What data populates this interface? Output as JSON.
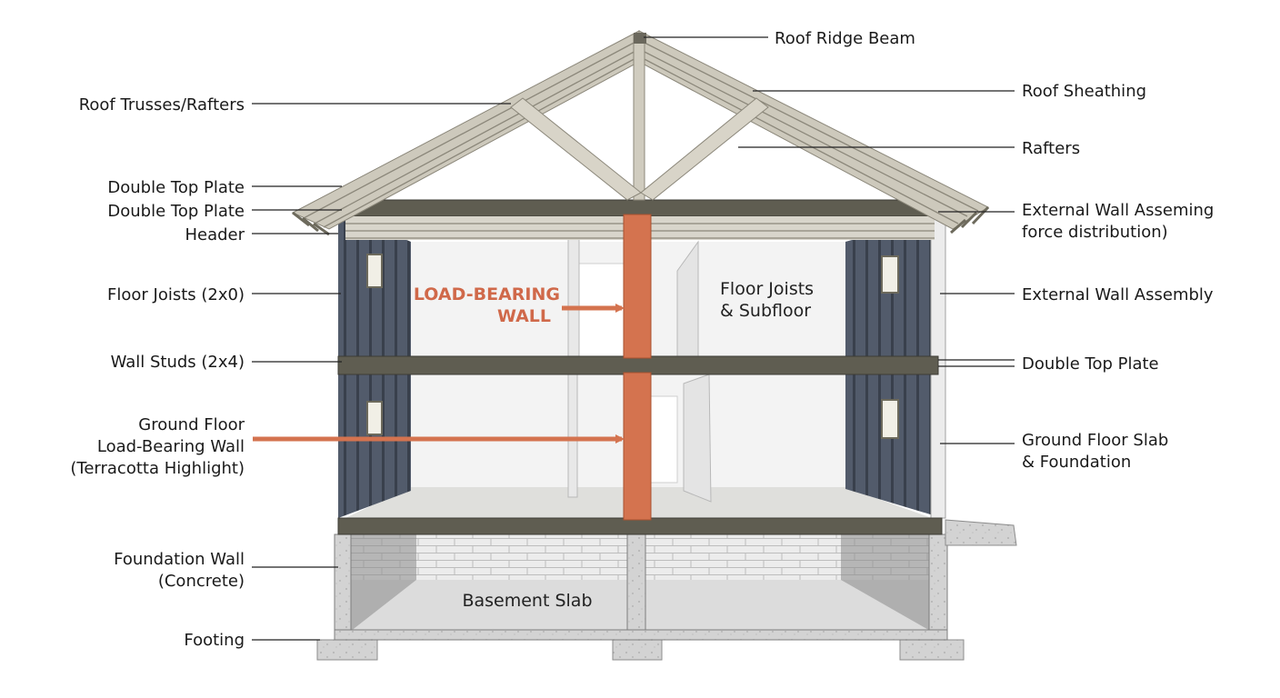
{
  "colors": {
    "highlight": "#d4734f",
    "highlight_text": "#d0694a",
    "wall_panel": "#4e5766",
    "wood_beam": "#5f5d51",
    "roof": "#c9c5b8",
    "concrete": "#cfcfcf",
    "interior": "#f2f2f2"
  },
  "labels_left": {
    "roof_trusses": "Roof Trusses/Rafters",
    "double_top_plate_1": "Double Top Plate",
    "double_top_plate_2": "Double Top Plate",
    "header": "Header",
    "floor_joists": "Floor Joists (2x0)",
    "wall_studs": "Wall Studs (2x4)",
    "ground_floor_wall_1": "Ground Floor",
    "ground_floor_wall_2": "Load-Bearing Wall",
    "ground_floor_wall_3": "(Terracotta Highlight)",
    "foundation_wall_1": "Foundation Wall",
    "foundation_wall_2": "(Concrete)",
    "footing": "Footing"
  },
  "labels_right": {
    "roof_ridge_beam": "Roof Ridge Beam",
    "roof_sheathing": "Roof Sheathing",
    "rafters": "Rafters",
    "external_wall_assembling_1": "External Wall Asseming",
    "external_wall_assembling_2": "force distribution)",
    "external_wall_assembly": "External Wall Assembly",
    "double_top_plate": "Double Top Plate",
    "ground_floor_slab_1": "Ground Floor Slab",
    "ground_floor_slab_2": "& Foundation"
  },
  "inner_labels": {
    "load_bearing_1": "LOAD-BEARING",
    "load_bearing_2": "WALL",
    "floor_joists_subfloor_1": "Floor Joists",
    "floor_joists_subfloor_2": "& Subfloor",
    "basement_slab": "Basement Slab"
  }
}
